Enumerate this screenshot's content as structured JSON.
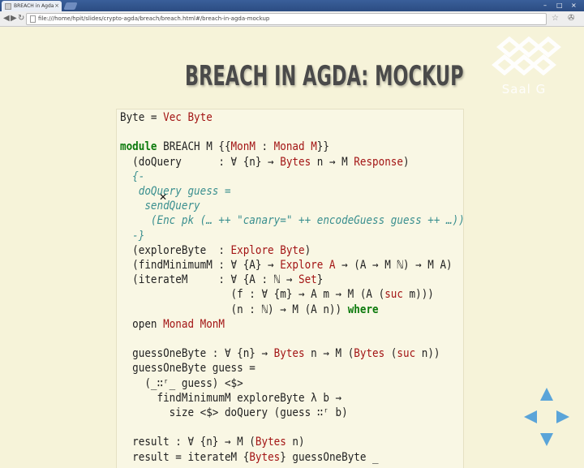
{
  "browser": {
    "tab_title": "BREACH in Agda",
    "tab_close": "×",
    "url": "file:///home/hpit/slides/crypto-agda/breach/breach.html#/breach-in-agda-mockup",
    "back_glyph": "◀",
    "forward_glyph": "▶",
    "reload_glyph": "↻",
    "star_glyph": "☆",
    "wrench_glyph": "✇",
    "minimize_glyph": "–",
    "maximize_glyph": "□",
    "close_glyph": "×",
    "icons": [
      "page-icon",
      "back-icon",
      "forward-icon",
      "reload-icon",
      "star-icon",
      "wrench-icon",
      "close-icon"
    ]
  },
  "slide": {
    "title": "BREACH IN AGDA: MOCKUP",
    "logo_text": "Saal G",
    "nav_icons": [
      "arrow-up-icon",
      "arrow-down-icon",
      "arrow-left-icon",
      "arrow-right-icon"
    ],
    "colors": {
      "keyword": "#0d7a0d",
      "type": "#a31515",
      "comment": "#3a8f8f",
      "nav_arrow": "#5aa4d9",
      "background": "#f6f3d9"
    }
  },
  "code": {
    "l1_a": "Byte = ",
    "l1_b": "Vec Byte",
    "l3_kw": "module",
    "l3_a": " BREACH M {{",
    "l3_b": "MonM",
    "l3_c": " : ",
    "l3_d": "Monad M",
    "l3_e": "}}",
    "l4_a": "  (doQuery      : ∀ {n} → ",
    "l4_b": "Bytes",
    "l4_c": " n → M ",
    "l4_d": "Response",
    "l4_e": ")",
    "l5": "  {-",
    "l6": "   doQuery guess =",
    "l7": "    sendQuery",
    "l8_a": "     (Enc pk (… ++ ",
    "l8_b": "\"canary=\"",
    "l8_c": " ++ encodeGuess guess ++ …))",
    "l9": "  -}",
    "l10_a": "  (exploreByte  : ",
    "l10_b": "Explore Byte",
    "l10_c": ")",
    "l11_a": "  (findMinimumM : ∀ {A} → ",
    "l11_b": "Explore A",
    "l11_c": " → (A → M ℕ) → M A)",
    "l12_a": "  (iterateM     : ∀ {A : ℕ → ",
    "l12_b": "Set",
    "l12_c": "}",
    "l13_a": "                  (f : ∀ {m} → A m → M (A (",
    "l13_b": "suc",
    "l13_c": " m)))",
    "l14_a": "                  (n : ℕ) → M (A n)) ",
    "l14_kw": "where",
    "l15_kw": "  open",
    "l15_b": " Monad MonM",
    "l17_a": "  guessOneByte : ∀ {n} → ",
    "l17_b": "Bytes",
    "l17_c": " n → M (",
    "l17_d": "Bytes",
    "l17_e": " (",
    "l17_f": "suc",
    "l17_g": " n))",
    "l18": "  guessOneByte guess =",
    "l19": "    (_∷ʳ_ guess) <$>",
    "l20": "      findMinimumM exploreByte λ b →",
    "l21": "        size <$> doQuery (guess ∷ʳ b)",
    "l23_a": "  result : ∀ {n} → M (",
    "l23_b": "Bytes",
    "l23_c": " n)",
    "l24_a": "  result = iterateM {",
    "l24_b": "Bytes",
    "l24_c": "} guessOneByte _"
  }
}
